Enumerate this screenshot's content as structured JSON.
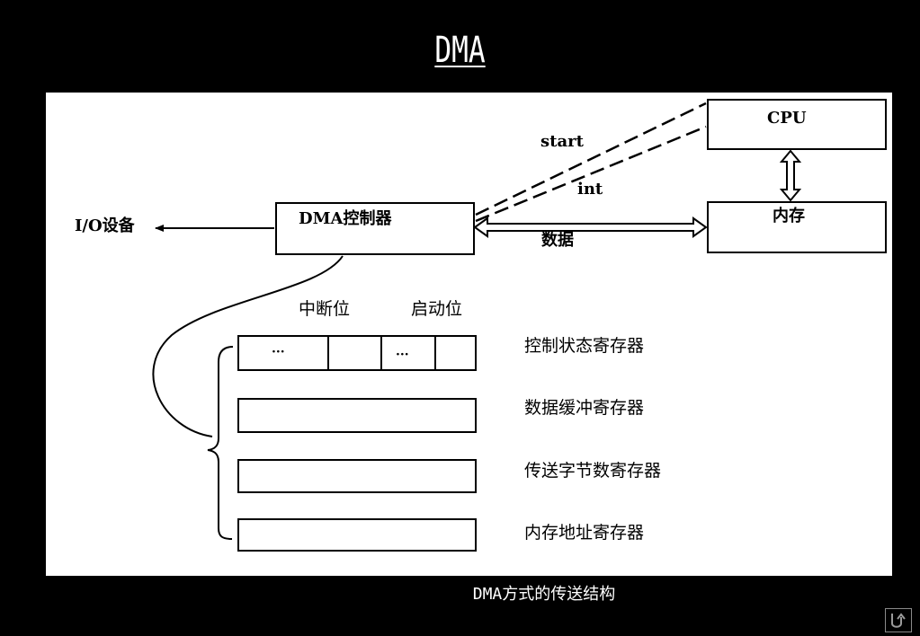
{
  "slide": {
    "title": "DMA",
    "caption": "DMA方式的传送结构"
  },
  "diagram": {
    "nodes": {
      "cpu": "CPU",
      "memory": "内存",
      "dma_controller": "DMA控制器",
      "io_device": "I/O设备"
    },
    "signals": {
      "start": "start",
      "int": "int",
      "data": "数据"
    },
    "bits": {
      "interrupt_bit": "中断位",
      "start_bit": "启动位",
      "ellipsis": "···"
    },
    "registers": [
      "控制状态寄存器",
      "数据缓冲寄存器",
      "传送字节数寄存器",
      "内存地址寄存器"
    ]
  },
  "colors": {
    "background": "#000000",
    "panel": "#ffffff",
    "ink": "#000000",
    "title_text": "#ffffff"
  },
  "icons": {
    "nav": "return-arrow-icon"
  }
}
